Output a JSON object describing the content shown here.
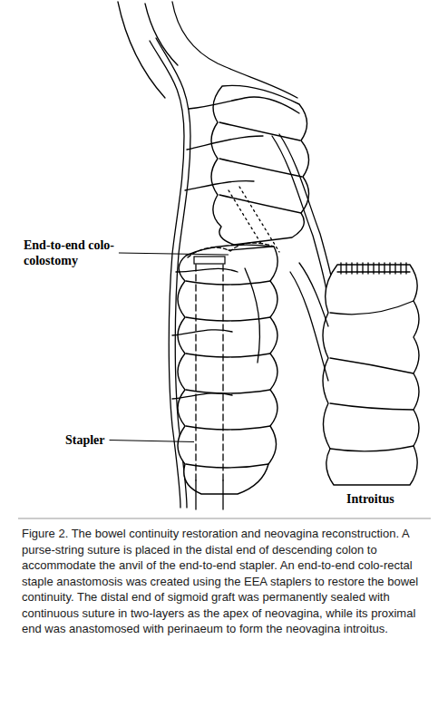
{
  "diagram": {
    "caption": "Figure 2. The bowel continuity restoration and neovagina reconstruction. A purse-string suture is placed in the distal end of descending colon to accommodate the anvil of the end-to-end stapler. An end-to-end colo-rectal staple anastomosis was created using the EEA staplers to restore the bowel continuity. The distal end of sigmoid graft was permanently sealed with continuous suture in two-layers as the apex of neovagina, while its proximal end was anastomosed with perinaeum to form the neovagina introitus.",
    "labels": [
      "End-to-end colo-colostomy",
      "Stapler",
      "Introitus"
    ]
  }
}
